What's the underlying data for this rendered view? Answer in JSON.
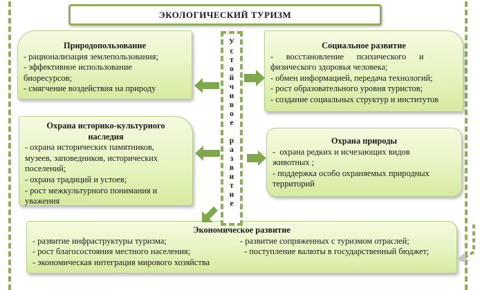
{
  "title": "ЭКОЛОГИЧЕСКИЙ  ТУРИЗМ",
  "center_vertical": {
    "label": "Устойчивое развитие",
    "letters": [
      "У",
      "с",
      "т",
      "о",
      "й",
      "ч",
      "и",
      "в",
      "о",
      "е",
      " ",
      "р",
      "а",
      "з",
      "в",
      "и",
      "т",
      "и",
      "е"
    ]
  },
  "boxes": {
    "nature_use": {
      "header": "Природопользование",
      "lines": [
        "- рационализация землепользования;",
        "- эффективное  использование",
        "биоресурсов;",
        "- смягчение воздействия на природу"
      ]
    },
    "social": {
      "header": "Социальное развитие",
      "lines": [
        "-      восстановление      психического      и",
        "физического здоровья человека;",
        "- обмен информацией, передача технологий;",
        "- рост образовательного уровня туристов;",
        "- создание социальных структур и институтов"
      ]
    },
    "heritage": {
      "header_line1": "Охрана историко-культурного",
      "header_line2": "наследия",
      "lines": [
        "- охрана исторических памятников,",
        "музеев, заповедников, исторических",
        "поселений;",
        "- охрана традиций и устоев;",
        "- рост межкультурного понимания и",
        "уважения"
      ]
    },
    "nature_protection": {
      "header": "Охрана природы",
      "lines": [
        "-  охрана редких и исчезающих видов",
        "животных ;",
        "- поддержка особо охраняемых природных",
        "территорий"
      ]
    },
    "economic": {
      "header": "Экономическое развитие",
      "left": [
        "- развитие инфраструктуры туризма;",
        "- рост благосостояния местного населения;",
        "- экономическая интеграция мирового хозяйства"
      ],
      "right": [
        "- развитие сопряженных с туризмом отраслей;",
        "- поступление валюты в государственный бюджет;"
      ]
    }
  },
  "colors": {
    "accent_green": "#8fae5a",
    "arrow_green": "#7ea84a",
    "box_fill_top": "#f4fbe0",
    "box_fill_bottom": "#d5eaa0"
  }
}
